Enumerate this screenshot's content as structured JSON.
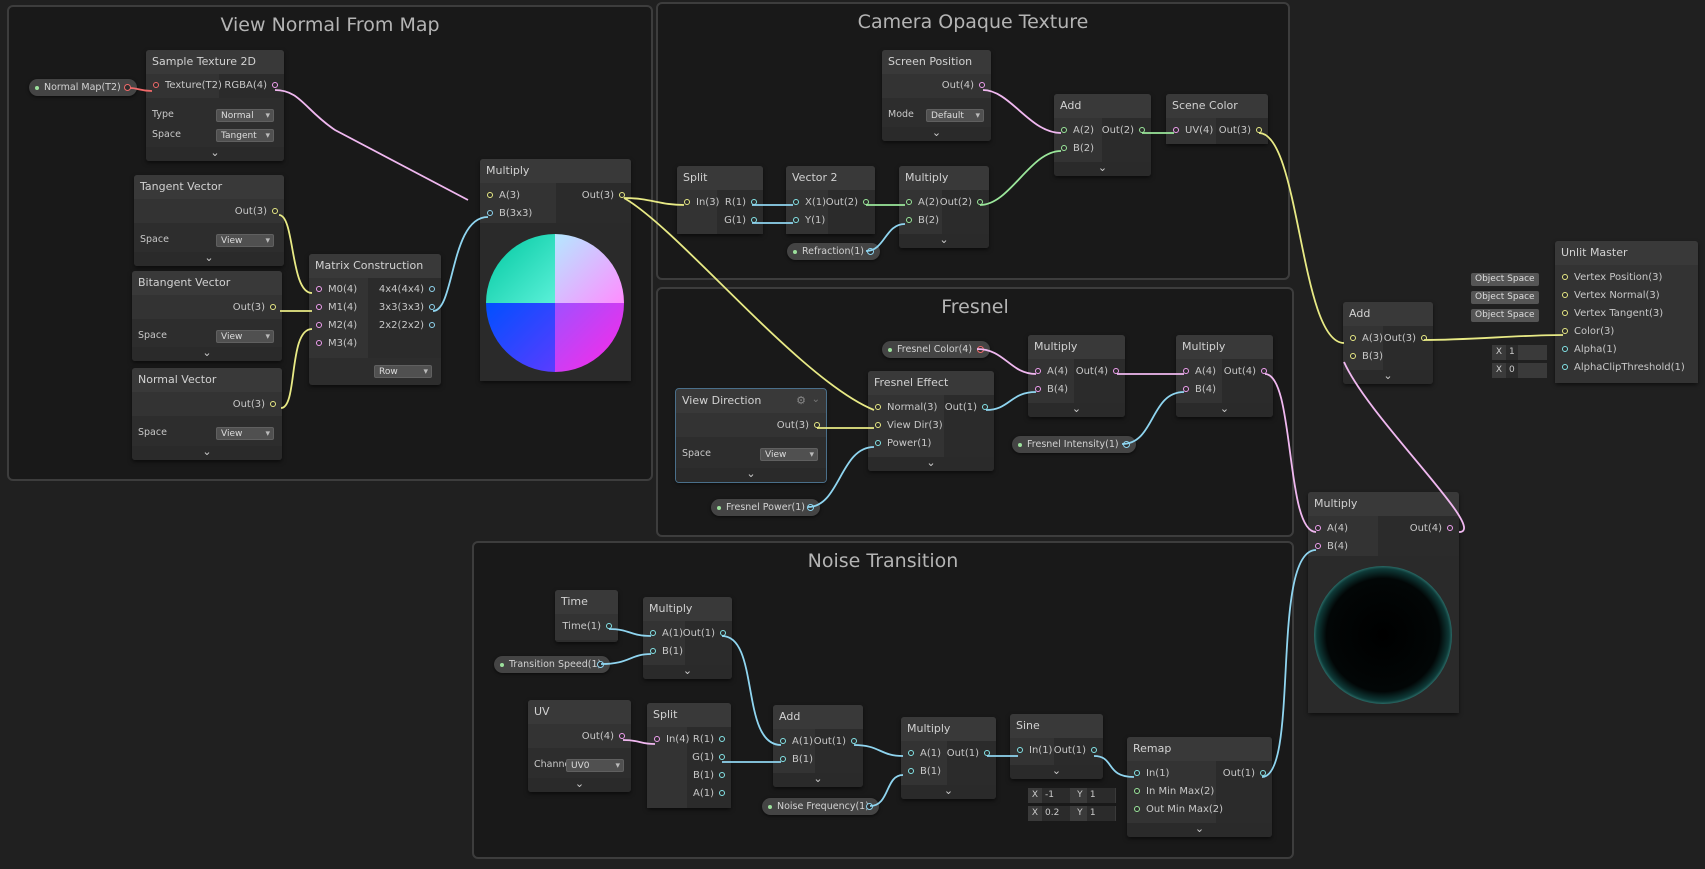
{
  "groups": {
    "view_normal": "View Normal From Map",
    "camera_opaque": "Camera Opaque Texture",
    "fresnel": "Fresnel",
    "noise": "Noise Transition"
  },
  "nodes": {
    "sample_texture": {
      "title": "Sample Texture 2D",
      "in_texture": "Texture(T2)",
      "out_rgba": "RGBA(4)",
      "type_label": "Type",
      "type_value": "Normal",
      "space_label": "Space",
      "space_value": "Tangent"
    },
    "tangent_vector": {
      "title": "Tangent Vector",
      "out": "Out(3)",
      "space_label": "Space",
      "space_value": "View"
    },
    "bitangent_vector": {
      "title": "Bitangent Vector",
      "out": "Out(3)",
      "space_label": "Space",
      "space_value": "View"
    },
    "normal_vector": {
      "title": "Normal Vector",
      "out": "Out(3)",
      "space_label": "Space",
      "space_value": "View"
    },
    "matrix_construction": {
      "title": "Matrix Construction",
      "m0": "M0(4)",
      "m1": "M1(4)",
      "m2": "M2(4)",
      "m3": "M3(4)",
      "o1": "4x4(4x4)",
      "o2": "3x3(3x3)",
      "o3": "2x2(2x2)",
      "mode_value": "Row"
    },
    "multiply_main": {
      "title": "Multiply",
      "a": "A(3)",
      "b": "B(3x3)",
      "out": "Out(3)"
    },
    "screen_position": {
      "title": "Screen Position",
      "out": "Out(4)",
      "mode_label": "Mode",
      "mode_value": "Default"
    },
    "split_cam": {
      "title": "Split",
      "in": "In(3)",
      "r": "R(1)",
      "g": "G(1)"
    },
    "vector2": {
      "title": "Vector 2",
      "x": "X(1)",
      "y": "Y(1)",
      "out": "Out(2)"
    },
    "multiply_cam": {
      "title": "Multiply",
      "a": "A(2)",
      "b": "B(2)",
      "out": "Out(2)"
    },
    "add_cam": {
      "title": "Add",
      "a": "A(2)",
      "b": "B(2)",
      "out": "Out(2)"
    },
    "scene_color": {
      "title": "Scene Color",
      "uv": "UV(4)",
      "out": "Out(3)"
    },
    "view_direction": {
      "title": "View Direction",
      "out": "Out(3)",
      "space_label": "Space",
      "space_value": "View"
    },
    "fresnel_effect": {
      "title": "Fresnel Effect",
      "normal": "Normal(3)",
      "viewdir": "View Dir(3)",
      "power": "Power(1)",
      "out": "Out(1)"
    },
    "multiply_fr1": {
      "title": "Multiply",
      "a": "A(4)",
      "b": "B(4)",
      "out": "Out(4)"
    },
    "multiply_fr2": {
      "title": "Multiply",
      "a": "A(4)",
      "b": "B(4)",
      "out": "Out(4)"
    },
    "add_final": {
      "title": "Add",
      "a": "A(3)",
      "b": "B(3)",
      "out": "Out(3)"
    },
    "multiply_big": {
      "title": "Multiply",
      "a": "A(4)",
      "b": "B(4)",
      "out": "Out(4)"
    },
    "unlit_master": {
      "title": "Unlit Master",
      "p1": "Vertex Position(3)",
      "p2": "Vertex Normal(3)",
      "p3": "Vertex Tangent(3)",
      "p4": "Color(3)",
      "p5": "Alpha(1)",
      "p6": "AlphaClipThreshold(1)",
      "space1": "Object Space",
      "space2": "Object Space",
      "space3": "Object Space",
      "alpha_label": "X",
      "alpha_value": "1",
      "clip_label": "X",
      "clip_value": "0"
    },
    "time": {
      "title": "Time",
      "out": "Time(1)"
    },
    "multiply_time": {
      "title": "Multiply",
      "a": "A(1)",
      "b": "B(1)",
      "out": "Out(1)"
    },
    "uv": {
      "title": "UV",
      "out": "Out(4)",
      "channel_label": "Channe",
      "channel_value": "UV0"
    },
    "split_noise": {
      "title": "Split",
      "in": "In(4)",
      "r": "R(1)",
      "g": "G(1)",
      "b": "B(1)",
      "a": "A(1)"
    },
    "add_noise": {
      "title": "Add",
      "a": "A(1)",
      "b": "B(1)",
      "out": "Out(1)"
    },
    "multiply_noise": {
      "title": "Multiply",
      "a": "A(1)",
      "b": "B(1)",
      "out": "Out(1)"
    },
    "sine": {
      "title": "Sine",
      "in": "In(1)",
      "out": "Out(1)"
    },
    "remap": {
      "title": "Remap",
      "in": "In(1)",
      "inmm": "In Min Max(2)",
      "outmm": "Out Min Max(2)",
      "out": "Out(1)",
      "in_x_label": "X",
      "in_x": "-1",
      "in_y_label": "Y",
      "in_y": "1",
      "out_x_label": "X",
      "out_x": "0.2",
      "out_y_label": "Y",
      "out_y": "1"
    }
  },
  "properties": {
    "normal_map": "Normal Map(T2)",
    "refraction": "Refraction(1)",
    "fresnel_color": "Fresnel Color(4)",
    "fresnel_intensity": "Fresnel Intensity(1)",
    "fresnel_power": "Fresnel Power(1)",
    "transition_speed": "Transition Speed(1)",
    "noise_frequency": "Noise Frequency(1)"
  },
  "colors": {
    "wire_yellow": "#e8ea85",
    "wire_pink": "#f0b8f0",
    "wire_blue": "#8fd5f0",
    "wire_cyan": "#84e4e7",
    "wire_green": "#9be79b",
    "wire_red": "#f06a6a"
  },
  "icons": {
    "expand": "chevron-down-icon",
    "settings": "gear-icon"
  }
}
